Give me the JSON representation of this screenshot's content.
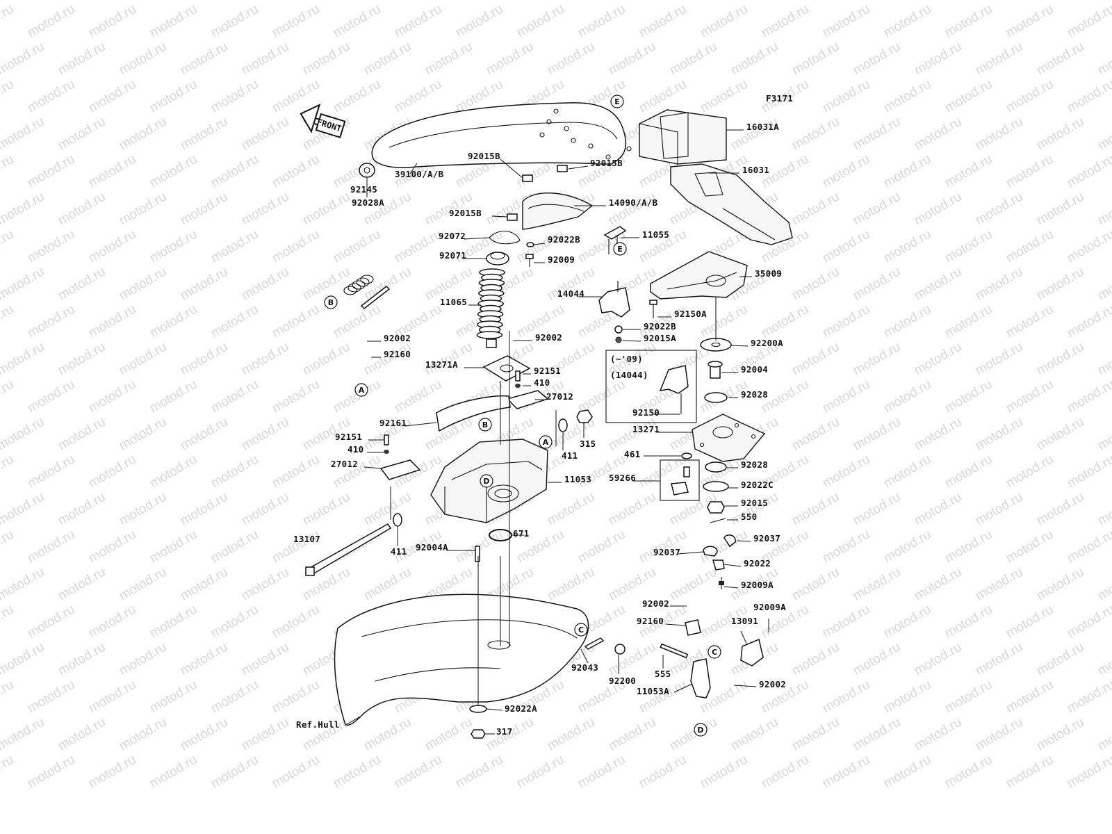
{
  "figure_code": "F3171",
  "watermark": "motod.ru",
  "direction_label": "FRONT",
  "variant_note": "(~'09)",
  "variant_part": "(14044)",
  "parts": [
    "16031A",
    "16031",
    "39100/A/B",
    "92028A",
    "92015B",
    "92015B",
    "14090/A/B",
    "92015B",
    "92072",
    "92022B",
    "11055",
    "92071",
    "92009",
    "35009",
    "92145",
    "14044",
    "92150A",
    "11065",
    "92022B",
    "92015A",
    "92002",
    "92002",
    "92200A",
    "92160",
    "13271A",
    "92151",
    "92004",
    "410",
    "92028",
    "27012",
    "92150",
    "92161",
    "13271",
    "315",
    "92151",
    "411",
    "461",
    "410",
    "27012",
    "11053",
    "59266",
    "92028",
    "92022C",
    "92015",
    "550",
    "13107",
    "411",
    "92004A",
    "671",
    "92037",
    "92037",
    "92022",
    "92009A",
    "92002",
    "92009A",
    "92160",
    "13091",
    "92043",
    "92200",
    "555",
    "11053A",
    "92002",
    "92022A",
    "Ref.Hull",
    "317"
  ],
  "refs": [
    "E",
    "E",
    "B",
    "A",
    "B",
    "A",
    "D",
    "C",
    "C",
    "D"
  ]
}
